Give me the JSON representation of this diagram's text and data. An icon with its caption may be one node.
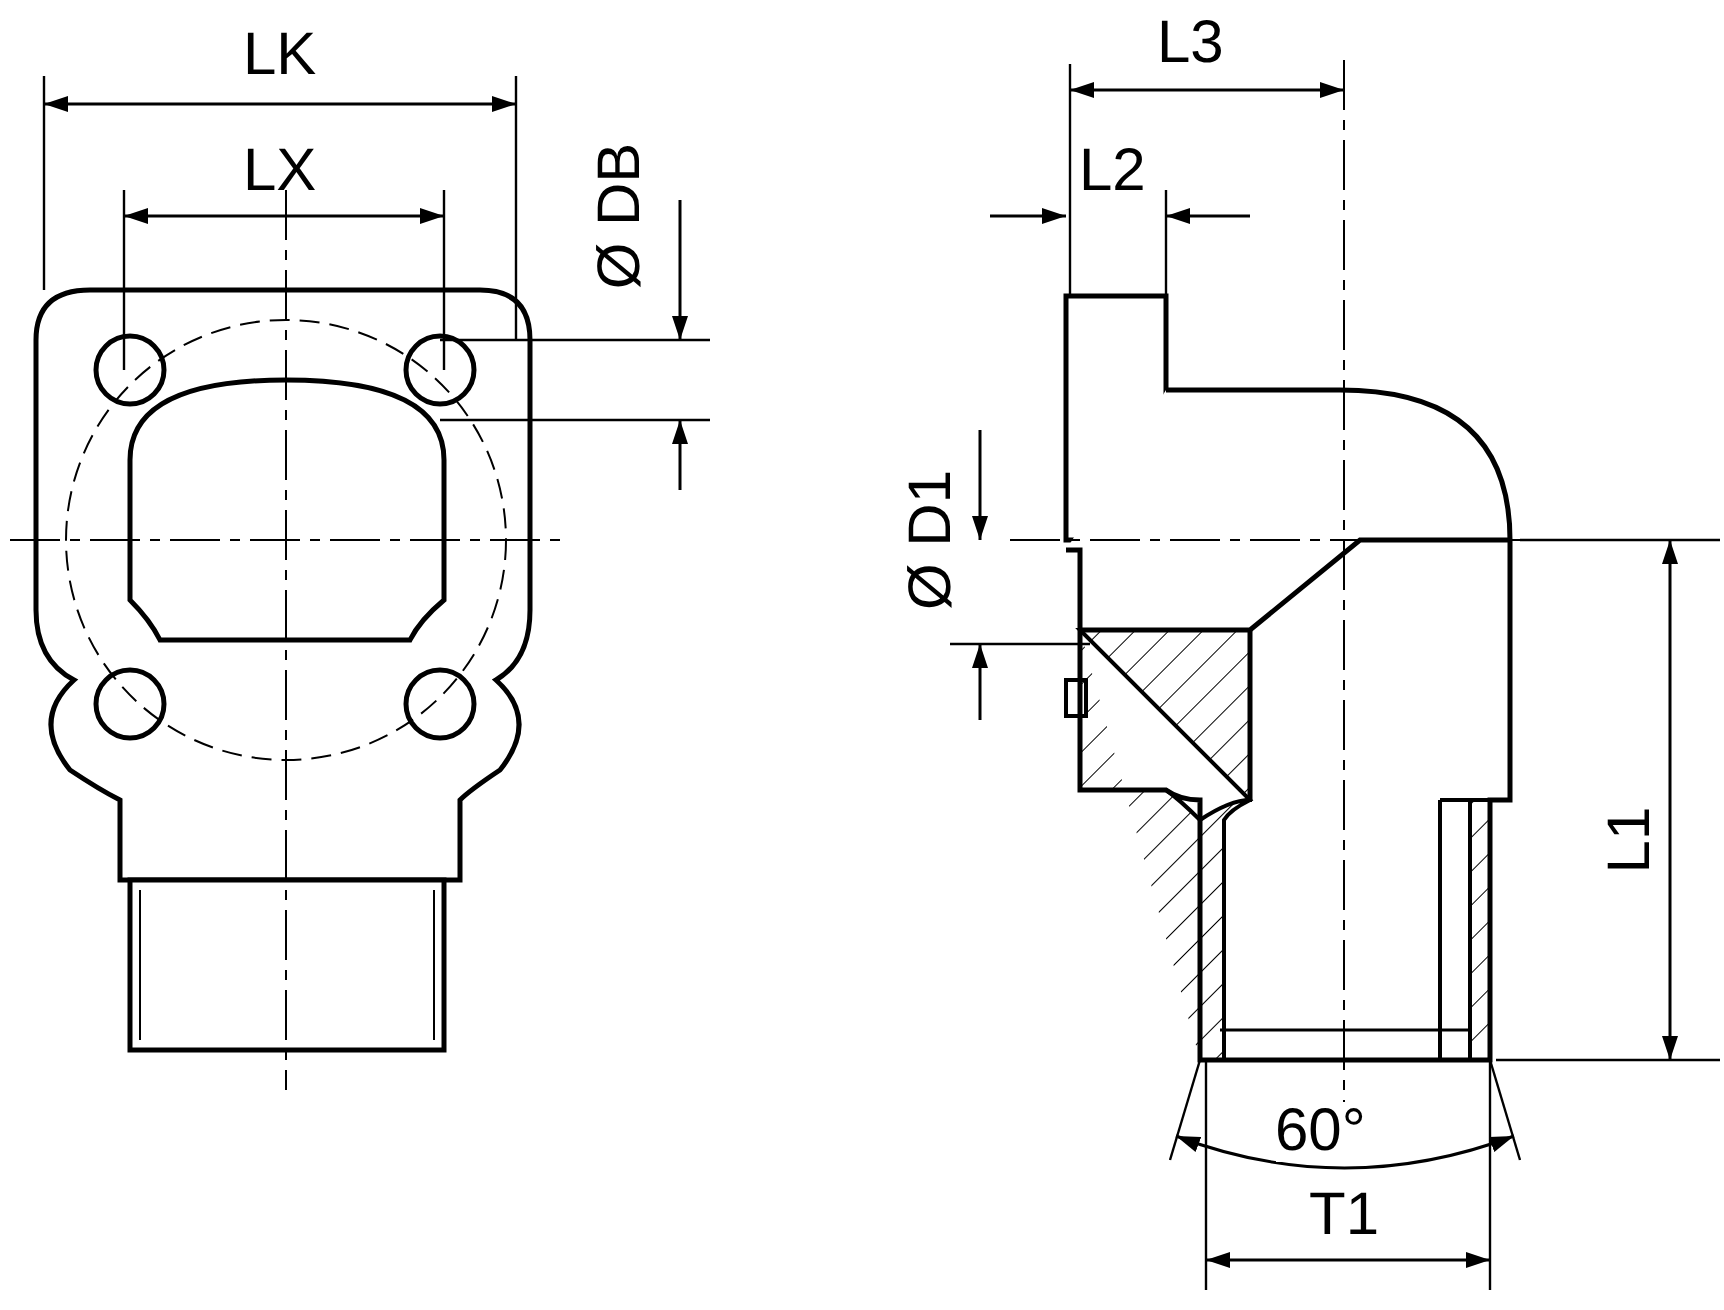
{
  "diagram": {
    "labels": [
      "LK",
      "LX",
      "Ø DB",
      "L3",
      "L2",
      "Ø D1",
      "L1",
      "60°",
      "T1"
    ]
  }
}
